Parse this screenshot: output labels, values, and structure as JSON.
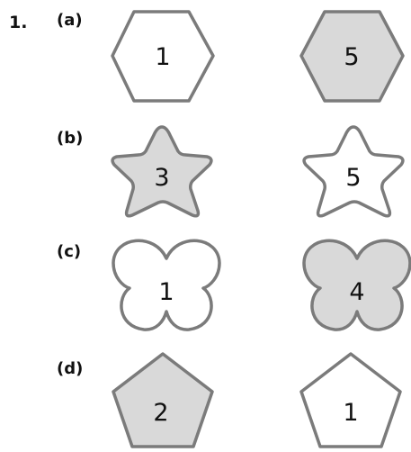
{
  "question": {
    "number": "1."
  },
  "parts": [
    {
      "label": "(a)",
      "shape": "hexagon",
      "items": [
        {
          "number": "1",
          "filled": false
        },
        {
          "number": "5",
          "filled": true
        }
      ]
    },
    {
      "label": "(b)",
      "shape": "star",
      "items": [
        {
          "number": "3",
          "filled": true
        },
        {
          "number": "5",
          "filled": false
        }
      ]
    },
    {
      "label": "(c)",
      "shape": "butterfly",
      "items": [
        {
          "number": "1",
          "filled": false
        },
        {
          "number": "4",
          "filled": true
        }
      ]
    },
    {
      "label": "(d)",
      "shape": "pentagon",
      "items": [
        {
          "number": "2",
          "filled": true
        },
        {
          "number": "1",
          "filled": false
        }
      ]
    }
  ],
  "colors": {
    "fill": "#d9d9d9",
    "empty": "#ffffff",
    "outline": "#7b7b7b",
    "text": "#111111"
  }
}
